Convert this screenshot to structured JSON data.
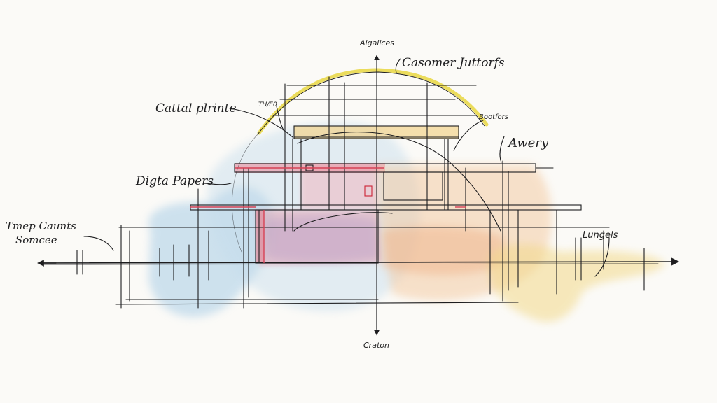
{
  "labels": {
    "top_axis": "Aigalices",
    "top_right": "Casomer Juttorfs",
    "left_upper": "Cattal plrinte",
    "left_mid": "Digta Papers",
    "left_lower_1": "Tmep Caunts",
    "left_lower_2": "Somcee",
    "small_upper": "TH/E0",
    "small_right": "Bootfors",
    "right_upper": "Awery",
    "right_lower": "Lungels",
    "bottom_axis": "Craton"
  },
  "colors": {
    "ink": "#1d1d1f",
    "wash_blue": "#a9cde6",
    "wash_pink": "#e89aa8",
    "wash_purple": "#b89cc6",
    "wash_yellow": "#f2d98a",
    "wash_peach": "#f3c79c",
    "arc_yellow": "#e9d84a",
    "paper": "#fbfaf7"
  }
}
